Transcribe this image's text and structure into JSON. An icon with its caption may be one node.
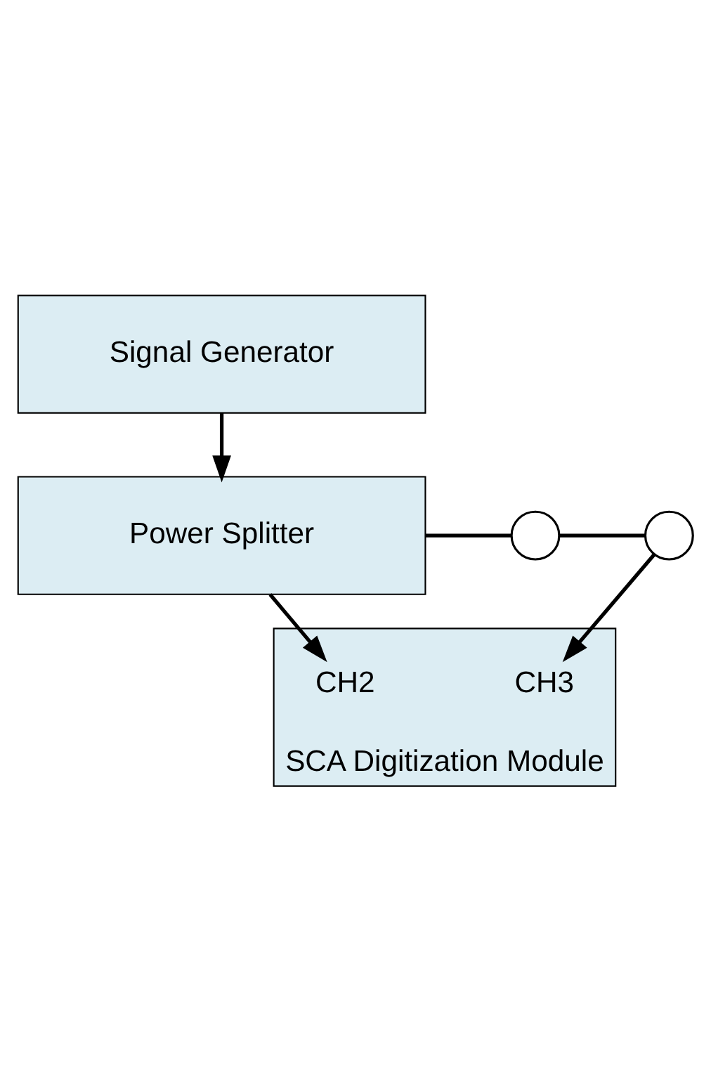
{
  "diagram": {
    "nodes": [
      {
        "text": [
          "Signal Generator"
        ]
      },
      {
        "text": [
          "Power Splitter"
        ]
      },
      {
        "text": [],
        "shape": "circle"
      },
      {
        "text": [],
        "shape": "circle"
      },
      {
        "text": [
          "SCA Digitization Module"
        ]
      },
      {
        "text": [
          "CH2"
        ],
        "in": 4
      },
      {
        "text": [
          "CH3"
        ],
        "in": 4
      }
    ],
    "edges": [
      {
        "from": 0,
        "to": 1,
        "arrow": "to"
      },
      {
        "from": 1,
        "to": 5,
        "arrow": "to"
      },
      {
        "from": 1,
        "to": 2,
        "arrow": "none"
      },
      {
        "from": 2,
        "to": 3,
        "arrow": "none"
      },
      {
        "from": 3,
        "to": 6,
        "arrow": "to"
      }
    ]
  }
}
